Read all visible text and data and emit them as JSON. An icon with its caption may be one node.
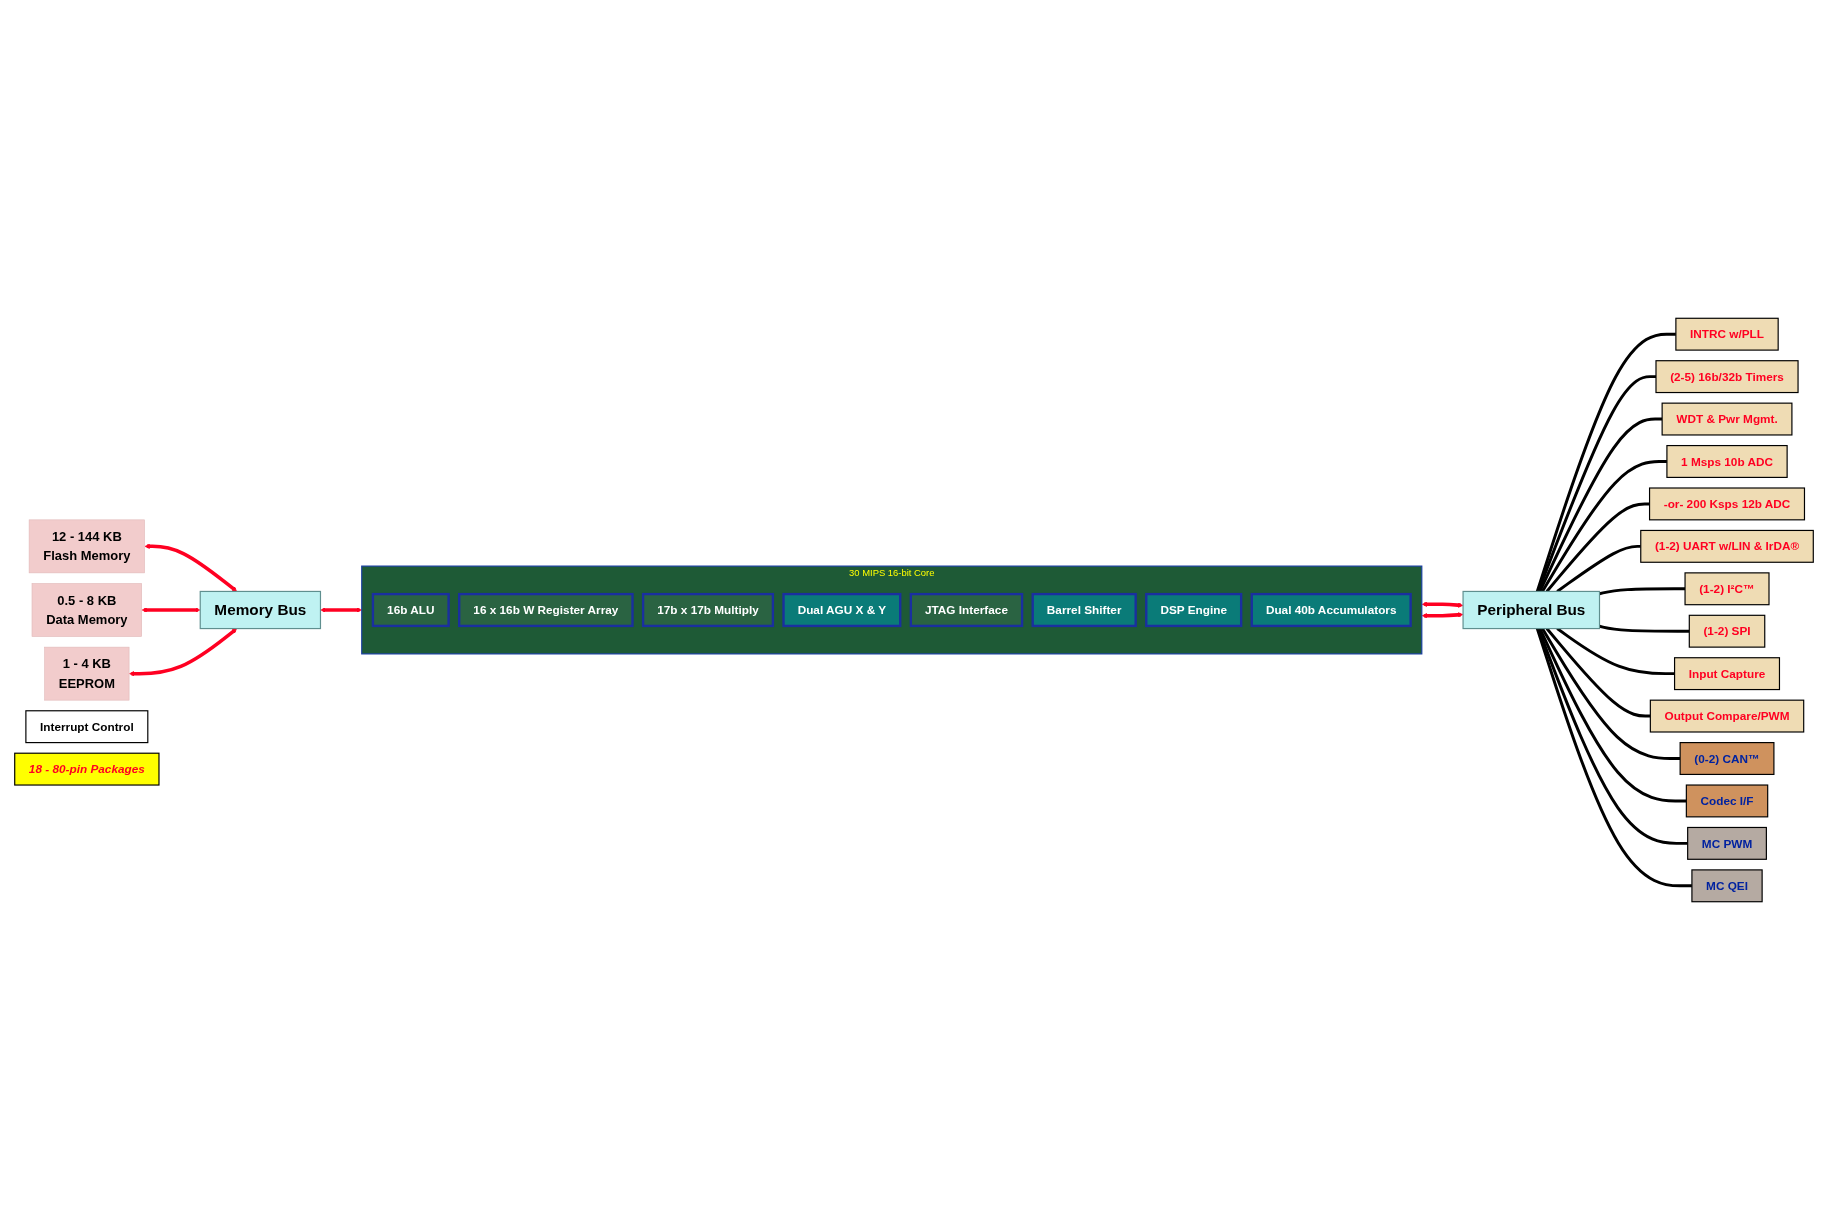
{
  "diagram": {
    "nodes": [
      {
        "text": [
          "12 - 144 KB",
          "Flash Memory"
        ]
      },
      {
        "text": [
          "0.5 - 8 KB",
          "Data Memory"
        ]
      },
      {
        "text": [
          "1 - 4 KB",
          "EEPROM"
        ]
      },
      {
        "text": [
          "Memory Bus"
        ]
      },
      {
        "text": [
          "30 MIPS 16-bit Core"
        ]
      },
      {
        "text": [
          "16b ALU"
        ],
        "in": 4
      },
      {
        "text": [
          "16 x 16b W Register Array"
        ],
        "in": 4
      },
      {
        "text": [
          "17b x 17b Multiply"
        ],
        "in": 4
      },
      {
        "text": [
          "Dual AGU X & Y"
        ],
        "in": 4
      },
      {
        "text": [
          "JTAG Interface"
        ],
        "in": 4
      },
      {
        "text": [
          "Barrel Shifter"
        ],
        "in": 4
      },
      {
        "text": [
          "DSP Engine"
        ],
        "in": 4
      },
      {
        "text": [
          "Dual 40b Accumulators"
        ],
        "in": 4
      },
      {
        "text": [
          "Interrupt Control"
        ]
      },
      {
        "text": [
          "Peripheral Bus"
        ]
      },
      {
        "text": [
          "INTRC w/PLL"
        ]
      },
      {
        "text": [
          "(2-5) 16b/32b Timers"
        ]
      },
      {
        "text": [
          "WDT & Pwr Mgmt."
        ]
      },
      {
        "text": [
          "1 Msps 10b ADC"
        ]
      },
      {
        "text": [
          "-or- 200 Ksps 12b ADC"
        ]
      },
      {
        "text": [
          "(1-2) UART w/LIN & IrDA®"
        ]
      },
      {
        "text": [
          "(1-2) I²C™"
        ]
      },
      {
        "text": [
          "(1-2) SPI"
        ]
      },
      {
        "text": [
          "Input Capture"
        ]
      },
      {
        "text": [
          "Output Compare/PWM"
        ]
      },
      {
        "text": [
          "(0-2) CAN™"
        ]
      },
      {
        "text": [
          "Codec I/F"
        ]
      },
      {
        "text": [
          "MC PWM"
        ]
      },
      {
        "text": [
          "MC QEI"
        ]
      },
      {
        "text": [
          "18 - 80-pin Packages"
        ]
      }
    ],
    "edges": [
      {
        "from": 0,
        "to": 3,
        "arrow": "both",
        "color": "#ff0022"
      },
      {
        "from": 1,
        "to": 3,
        "arrow": "both",
        "color": "#ff0022"
      },
      {
        "from": 2,
        "to": 3,
        "arrow": "both",
        "color": "#ff0022"
      },
      {
        "from": 3,
        "to": 4,
        "arrow": "both",
        "color": "#ff0022"
      },
      {
        "from": 4,
        "to": 14,
        "arrow": "both",
        "color": "#ff0022"
      },
      {
        "from": 4,
        "to": 14,
        "arrow": "both",
        "color": "#ff0022"
      },
      {
        "from": 14,
        "to": 15,
        "arrow": "none"
      },
      {
        "from": 14,
        "to": 16,
        "arrow": "none"
      },
      {
        "from": 14,
        "to": 17,
        "arrow": "none"
      },
      {
        "from": 14,
        "to": 18,
        "arrow": "none"
      },
      {
        "from": 14,
        "to": 19,
        "arrow": "none"
      },
      {
        "from": 14,
        "to": 20,
        "arrow": "none"
      },
      {
        "from": 14,
        "to": 21,
        "arrow": "none"
      },
      {
        "from": 14,
        "to": 22,
        "arrow": "none"
      },
      {
        "from": 14,
        "to": 23,
        "arrow": "none"
      },
      {
        "from": 14,
        "to": 24,
        "arrow": "none"
      },
      {
        "from": 14,
        "to": 25,
        "arrow": "none"
      },
      {
        "from": 14,
        "to": 26,
        "arrow": "none"
      },
      {
        "from": 14,
        "to": 27,
        "arrow": "none"
      },
      {
        "from": 14,
        "to": 28,
        "arrow": "none"
      }
    ]
  }
}
